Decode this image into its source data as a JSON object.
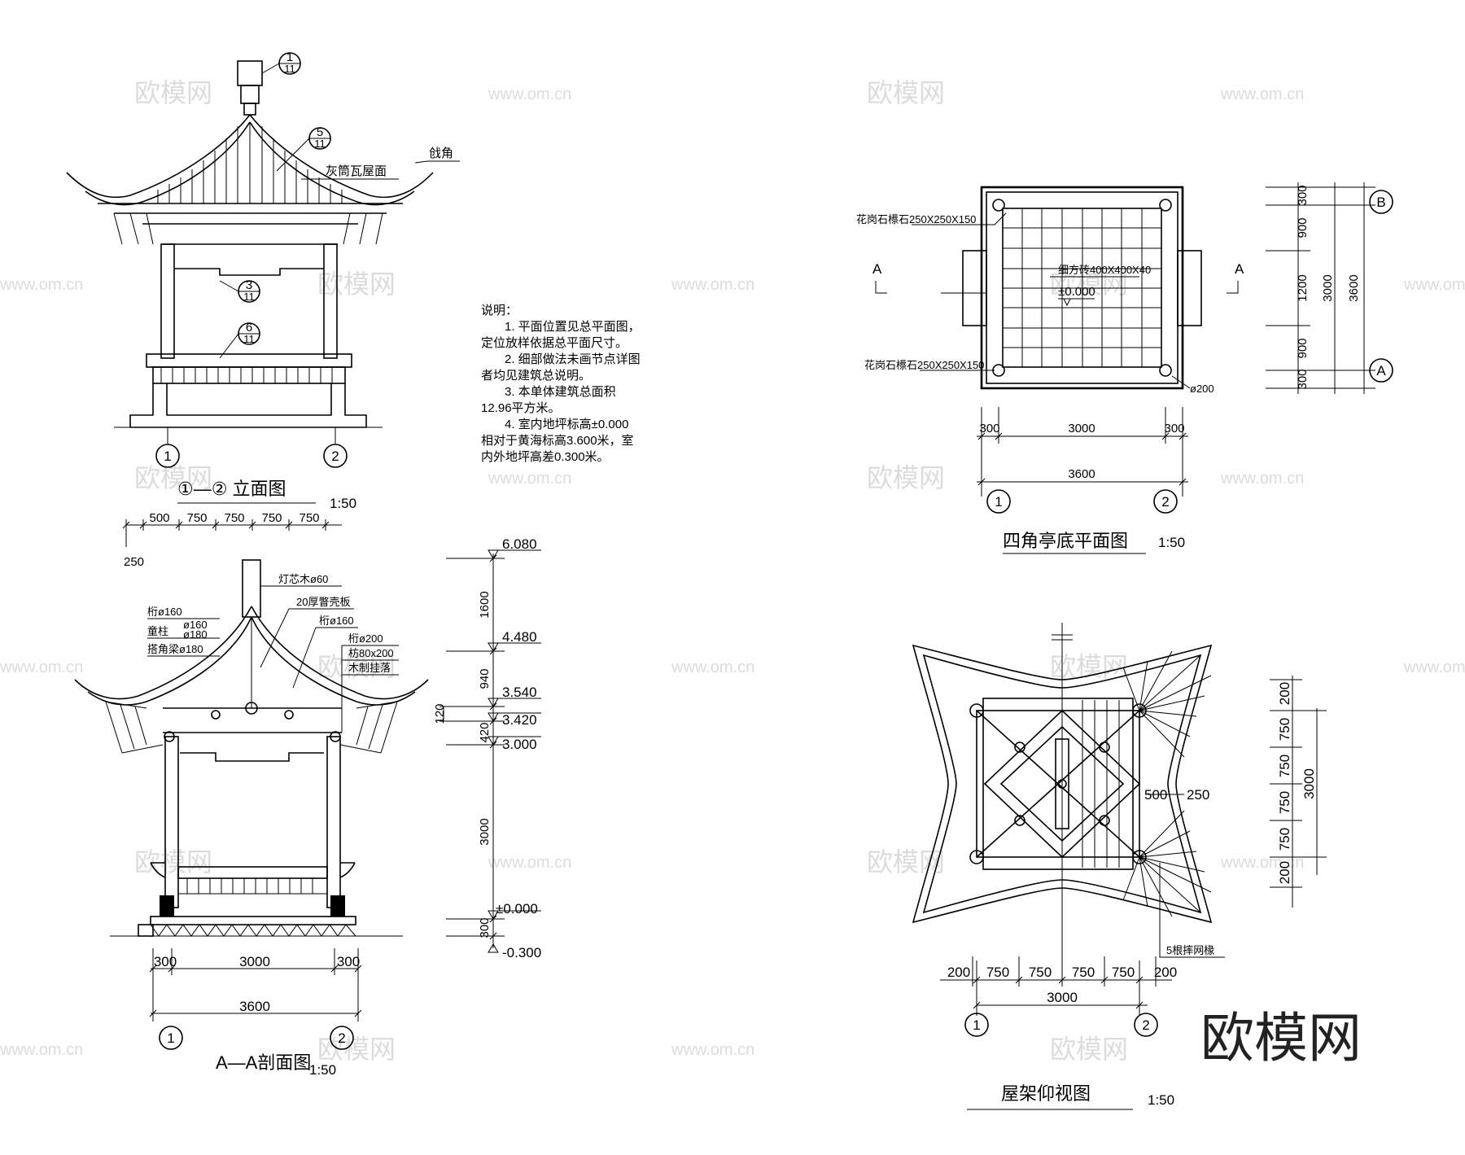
{
  "watermark": {
    "brand": "欧模网",
    "site": "www.om.cn"
  },
  "logo": "欧模网",
  "elevation": {
    "title": "①—② 立面图",
    "scale": "1:50",
    "callouts": {
      "top": "1",
      "roof": "5",
      "beam": "3",
      "rail": "6",
      "sheet": "11"
    },
    "label_roof": "灰筒瓦屋面",
    "label_corner": "戗角",
    "axis1": "1",
    "axis2": "2"
  },
  "notes": {
    "heading": "说明：",
    "lines": [
      "1. 平面位置见总平面图，",
      "定位放样依据总平面尺寸。",
      "2. 细部做法未画节点详图",
      "者均见建筑总说明。",
      "3. 本单体建筑总面积",
      "12.96平方米。",
      "4. 室内地坪标高±0.000",
      "相对于黄海标高3.600米，室",
      "内外地坪高差0.300米。"
    ]
  },
  "plan": {
    "title": "四角亭底平面图",
    "scale": "1:50",
    "label_base_top": "花岗石櫒石250X250X150",
    "label_base_bottom": "花岗石櫒石250X250X150",
    "label_tile": "细方砖400X400X40",
    "level": "±0.000",
    "diameter": "ø200",
    "section_mark": "A",
    "axisA": "A",
    "axisB": "B",
    "axis1": "1",
    "axis2": "2",
    "dims_bottom_row1": [
      "300",
      "3000",
      "300"
    ],
    "dims_bottom_row2": "3600",
    "dims_right_row1": [
      "300",
      "900",
      "1200",
      "900",
      "300"
    ],
    "dims_right_row2": "3000",
    "dims_right_row3": "3600"
  },
  "section": {
    "title": "A—A剖面图",
    "scale": "1:50",
    "dims_top": [
      "500",
      "750",
      "750",
      "750",
      "750"
    ],
    "dim_250": "250",
    "labels": {
      "lamp": "灯芯木ø60",
      "board": "20厚瞥壳板",
      "purlin160": "桁ø160",
      "purlin160b": "桁ø160",
      "post": "童柱",
      "post_a": "ø160",
      "post_b": "ø180",
      "beam": "搭角梁ø180",
      "purlin200": "桁ø200",
      "fang": "枋80x200",
      "hang": "木制挂落"
    },
    "levels": [
      "6.080",
      "4.480",
      "3.540",
      "3.420",
      "3.000",
      "±0.000",
      "-0.300"
    ],
    "vdims": [
      "1600",
      "940",
      "420",
      "3000",
      "300"
    ],
    "dim_120": "120",
    "dims_bottom_row1": [
      "300",
      "3000",
      "300"
    ],
    "dims_bottom_row2": "3600",
    "axis1": "1",
    "axis2": "2"
  },
  "roof_plan": {
    "title": "屋架仰视图",
    "scale": "1:50",
    "label_rafter": "5根摔网椽",
    "dim_500": "500",
    "dim_250": "250",
    "dims_bottom": [
      "200",
      "750",
      "750",
      "750",
      "750",
      "200"
    ],
    "dims_bottom_row2": "3000",
    "dims_right": [
      "200",
      "750",
      "750",
      "750",
      "750",
      "200"
    ],
    "dims_right_row2": "3000",
    "axis1": "1",
    "axis2": "2"
  }
}
